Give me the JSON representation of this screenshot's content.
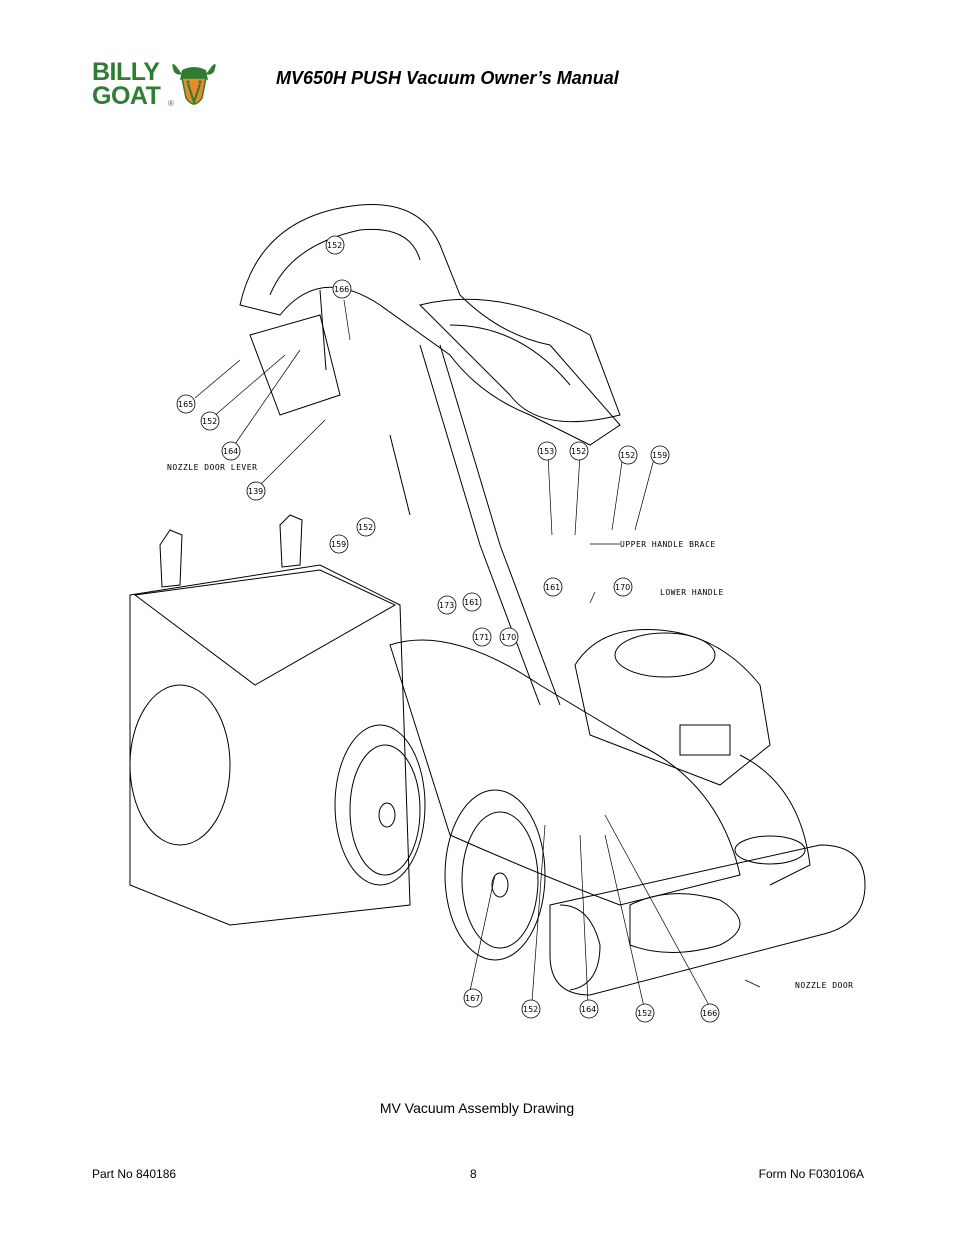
{
  "header": {
    "logo_line1": "BILLY",
    "logo_line2": "GOAT",
    "logo_reg": "®",
    "title": "MV650H PUSH Vacuum Owner’s Manual"
  },
  "drawing": {
    "callouts": [
      "152",
      "166",
      "165",
      "152",
      "164",
      "139",
      "153",
      "152",
      "152",
      "159",
      "159",
      "152",
      "173",
      "161",
      "161",
      "171",
      "170",
      "170",
      "167",
      "152",
      "164",
      "152",
      "166"
    ],
    "labels": {
      "nozzle_door_lever": "NOZZLE DOOR LEVER",
      "upper_handle_brace": "UPPER HANDLE BRACE",
      "lower_handle": "LOWER HANDLE",
      "nozzle_door": "NOZZLE DOOR"
    }
  },
  "caption": "MV Vacuum Assembly Drawing",
  "footer": {
    "part_no": "Part No 840186",
    "page": "8",
    "form_no": "Form No F030106A"
  },
  "colors": {
    "logo_green": "#2f7d32",
    "logo_orange": "#e8892b"
  }
}
